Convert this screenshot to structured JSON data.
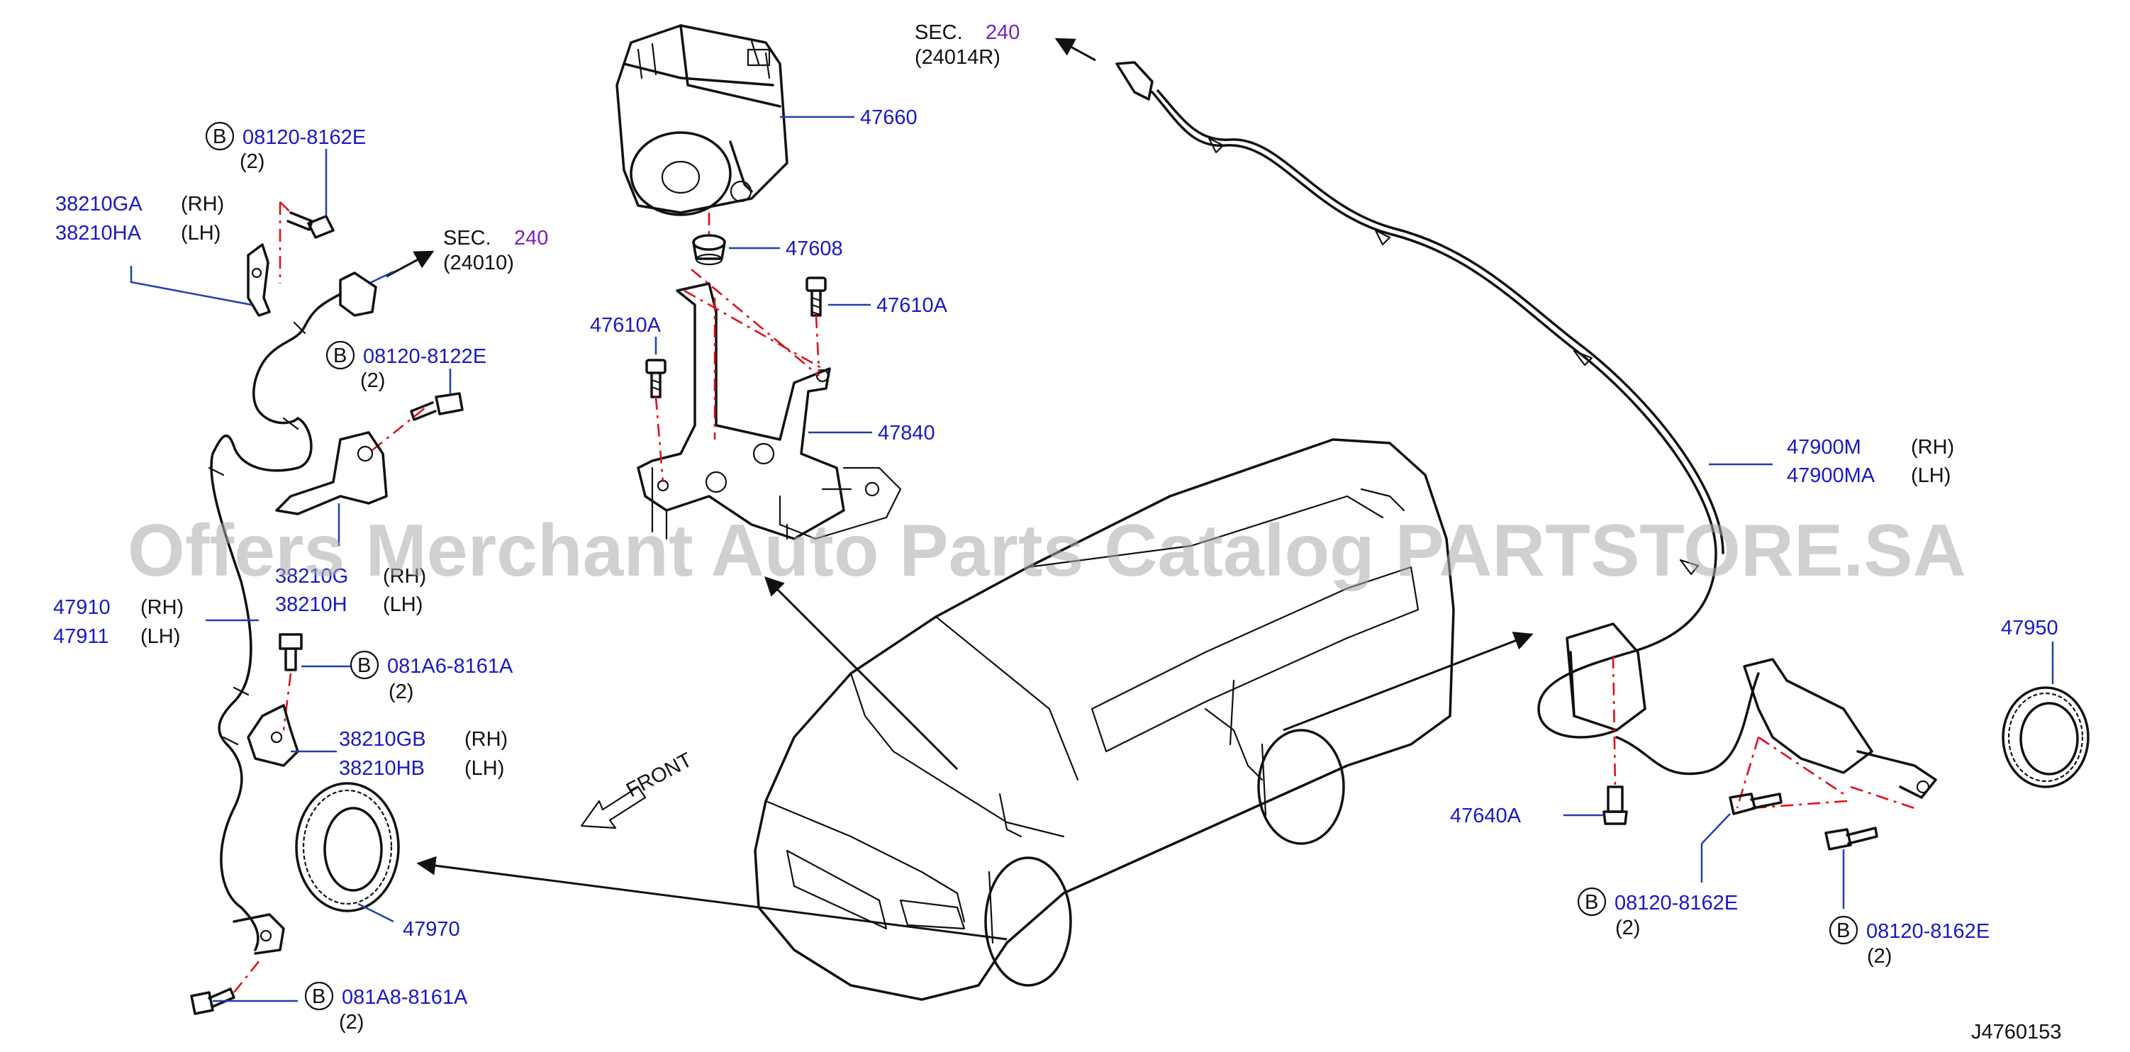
{
  "watermark": "Offers Merchant Auto Parts Catalog PARTSTORE.SA",
  "diagram_code": "J4760153",
  "front_label": "FRONT",
  "bolt_symbol": "B",
  "callouts": {
    "p47660": "47660",
    "p47608": "47608",
    "p47610A_left": "47610A",
    "p47610A_right": "47610A",
    "p47840": "47840",
    "p47900M": "47900M",
    "p47900M_side": "(RH)",
    "p47900MA": "47900MA",
    "p47900MA_side": "(LH)",
    "p47950": "47950",
    "p47640A": "47640A",
    "p38210GA": "38210GA",
    "p38210GA_side": "(RH)",
    "p38210HA": "38210HA",
    "p38210HA_side": "(LH)",
    "p38210G": "38210G",
    "p38210G_side": "(RH)",
    "p38210H": "38210H",
    "p38210H_side": "(LH)",
    "p47910": "47910",
    "p47910_side": "(RH)",
    "p47911": "47911",
    "p47911_side": "(LH)",
    "p38210GB": "38210GB",
    "p38210GB_side": "(RH)",
    "p38210HB": "38210HB",
    "p38210HB_side": "(LH)",
    "p47970": "47970"
  },
  "bolts": {
    "b_top_left": {
      "part": "08120-8162E",
      "qty": "(2)"
    },
    "b_mid_left": {
      "part": "08120-8122E",
      "qty": "(2)"
    },
    "b_081A6": {
      "part": "081A6-8161A",
      "qty": "(2)"
    },
    "b_081A8": {
      "part": "081A8-8161A",
      "qty": "(2)"
    },
    "b_bottom_right_1": {
      "part": "08120-8162E",
      "qty": "(2)"
    },
    "b_bottom_right_2": {
      "part": "08120-8162E",
      "qty": "(2)"
    }
  },
  "sections": {
    "sec_left": {
      "prefix": "SEC.",
      "num": "240",
      "ref": "(24010)"
    },
    "sec_top": {
      "prefix": "SEC.",
      "num": "240",
      "ref": "(24014R)"
    }
  }
}
